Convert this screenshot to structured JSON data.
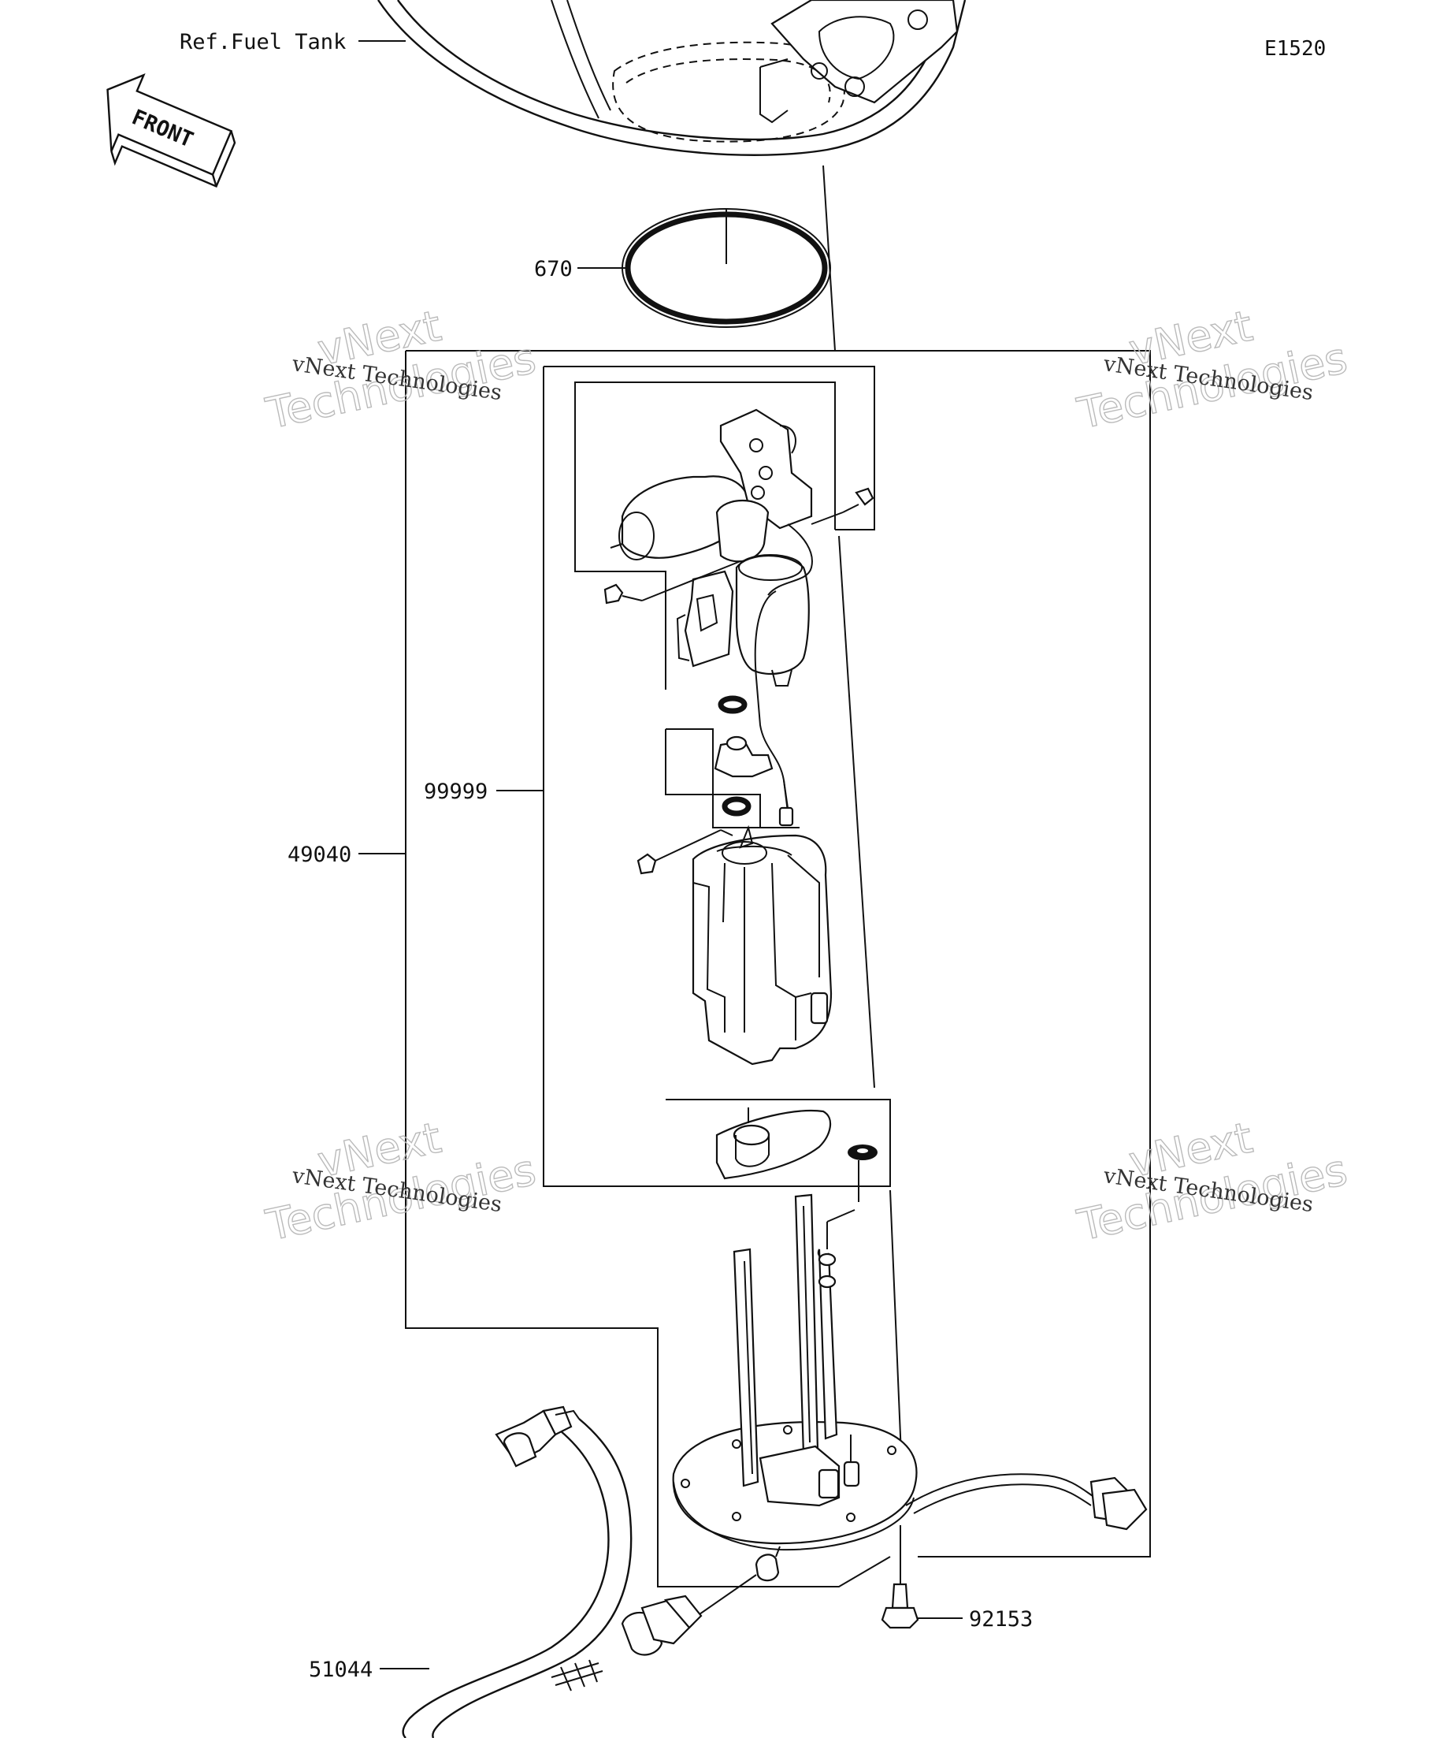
{
  "diagram_code": "E1520",
  "front_label": "FRONT",
  "ref_label": "Ref.Fuel Tank",
  "parts": [
    {
      "number": "670"
    },
    {
      "number": "99999"
    },
    {
      "number": "49040"
    },
    {
      "number": "92153"
    },
    {
      "number": "51044"
    }
  ],
  "watermarks": [
    {
      "line1": "vNext",
      "line2": "Technologies",
      "caption": "vNext Technologies"
    },
    {
      "line1": "vNext",
      "line2": "Technologies",
      "caption": "vNext Technologies"
    },
    {
      "line1": "vNext",
      "line2": "Technologies",
      "caption": "vNext Technologies"
    },
    {
      "line1": "vNext",
      "line2": "Technologies",
      "caption": "vNext Technologies"
    }
  ]
}
